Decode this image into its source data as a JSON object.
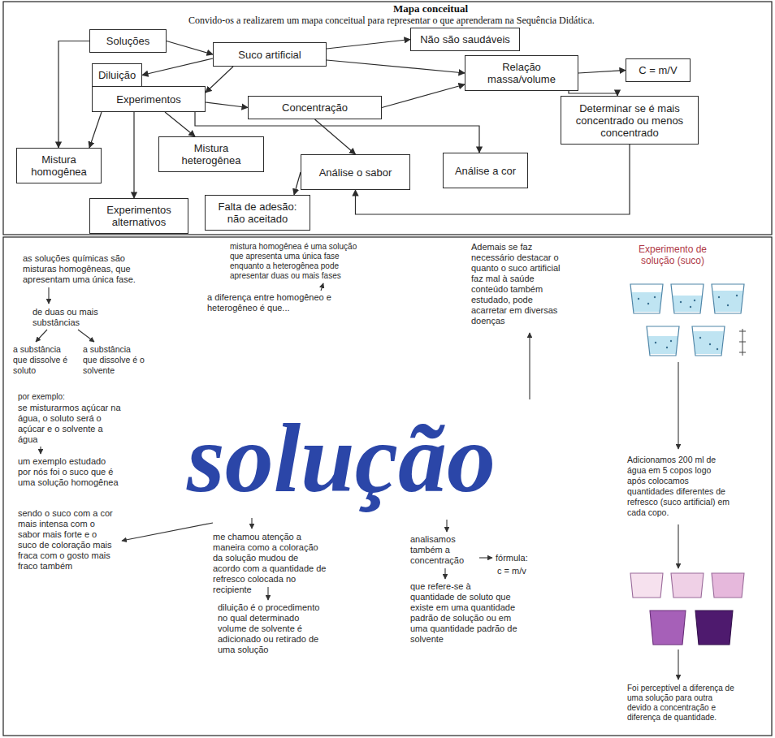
{
  "diagram": {
    "title": "Mapa conceitual",
    "nodes": [
      {
        "text": [
          "Soluções"
        ]
      },
      {
        "text": [
          "Suco artificial"
        ]
      },
      {
        "text": [
          "Não são saudáveis"
        ]
      },
      {
        "text": [
          "Relação massa/volume"
        ]
      },
      {
        "text": [
          "C = m/V"
        ]
      },
      {
        "text": [
          "Diluição"
        ]
      },
      {
        "text": [
          "Experimentos"
        ]
      },
      {
        "text": [
          "Concentração"
        ]
      },
      {
        "text": [
          "Determinar se é mais concentrado ou menos concentrado"
        ]
      },
      {
        "text": [
          "Mistura homogênea"
        ]
      },
      {
        "text": [
          "Mistura heterogênea"
        ]
      },
      {
        "text": [
          "Análise o sabor"
        ]
      },
      {
        "text": [
          "Análise a cor"
        ]
      },
      {
        "text": [
          "Experimentos alternativos"
        ]
      },
      {
        "text": [
          "Falta de adesão: não aceitado"
        ]
      }
    ],
    "edges": [
      {
        "from": 0,
        "to": 1,
        "arrow": "to"
      },
      {
        "from": 1,
        "to": 2,
        "arrow": "to"
      },
      {
        "from": 1,
        "to": 3,
        "arrow": "to"
      },
      {
        "from": 3,
        "to": 4,
        "arrow": "to"
      },
      {
        "from": 3,
        "to": 8,
        "arrow": "to"
      },
      {
        "from": 1,
        "to": 5,
        "arrow": "to"
      },
      {
        "from": 1,
        "to": 6,
        "arrow": "to"
      },
      {
        "from": 6,
        "to": 7,
        "arrow": "to"
      },
      {
        "from": 7,
        "to": 3,
        "arrow": "to"
      },
      {
        "from": 0,
        "to": 9,
        "arrow": "to"
      },
      {
        "from": 6,
        "to": 9,
        "arrow": "to"
      },
      {
        "from": 6,
        "to": 10,
        "arrow": "to"
      },
      {
        "from": 6,
        "to": 13,
        "arrow": "to"
      },
      {
        "from": 6,
        "to": 12,
        "arrow": "to"
      },
      {
        "from": 7,
        "to": 11,
        "arrow": "to"
      },
      {
        "from": 11,
        "to": 14,
        "arrow": "to"
      },
      {
        "from": 8,
        "to": 11,
        "arrow": "to"
      }
    ],
    "labels": [
      "Convido-os a realizarem um mapa conceitual para representar o que aprenderam na Sequência Didática.",
      "as soluções químicas são misturas homogêneas, que apresentam uma única fase.",
      "de duas ou mais substâncias",
      "a substância que dissolve é soluto",
      "a substância que dissolve é o solvente",
      "por exemplo:",
      "se misturarmos açúcar na água, o soluto será o açúcar e o solvente a água",
      "um exemplo estudado por nós foi o suco que é uma solução homogênea",
      "sendo o suco com a cor mais intensa com o sabor mais forte e o suco de coloração mais fraca com o gosto mais fraco também",
      "mistura homogênea é uma solução que apresenta uma única fase enquanto a heterogênea pode apresentar duas ou mais fases",
      "a diferença entre homogêneo e heterogêneo é que...",
      "Ademais se faz necessário destacar o quanto o suco artificial faz mal à saúde conteúdo também estudado, pode acarretar em diversas doenças",
      "Experimento de solução (suco)",
      "solução",
      "me chamou atenção a maneira como a coloração da solução mudou de acordo com a quantidade de refresco colocada no recipiente",
      "diluição é o procedimento no qual determinado volume de solvente é adicionado ou retirado de uma solução",
      "analisamos também a concentração",
      "fórmula:",
      "c = m/v",
      "que refere-se à quantidade de soluto que existe em uma quantidade padrão de solução ou em uma quantidade padrão de solvente",
      "Adicionamos 200 ml de água em 5 copos logo após colocamos quantidades diferentes de refresco (suco artificial) em cada copo.",
      "Foi perceptível a diferença de uma solução para outra devido a concentração e diferença de quantidade."
    ]
  }
}
